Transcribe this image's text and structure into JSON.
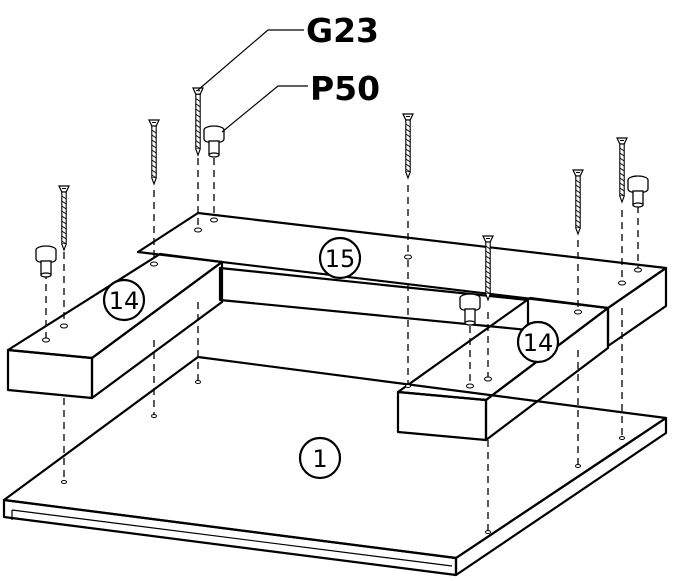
{
  "part_numbers": {
    "base_panel": "1",
    "side_block_left": "14",
    "side_block_right": "14",
    "back_block": "15"
  },
  "callouts": {
    "screw": "G23",
    "dowel": "P50"
  },
  "colors": {
    "line": "#000000",
    "face_light": "#ffffff",
    "face_shade": "#f2f2f2",
    "background": "#ffffff"
  }
}
